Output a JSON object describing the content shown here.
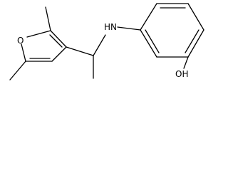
{
  "molecule": {
    "atoms": {
      "oxygen_ring": "O",
      "amine": "HN",
      "hydroxyl": "OH"
    }
  }
}
